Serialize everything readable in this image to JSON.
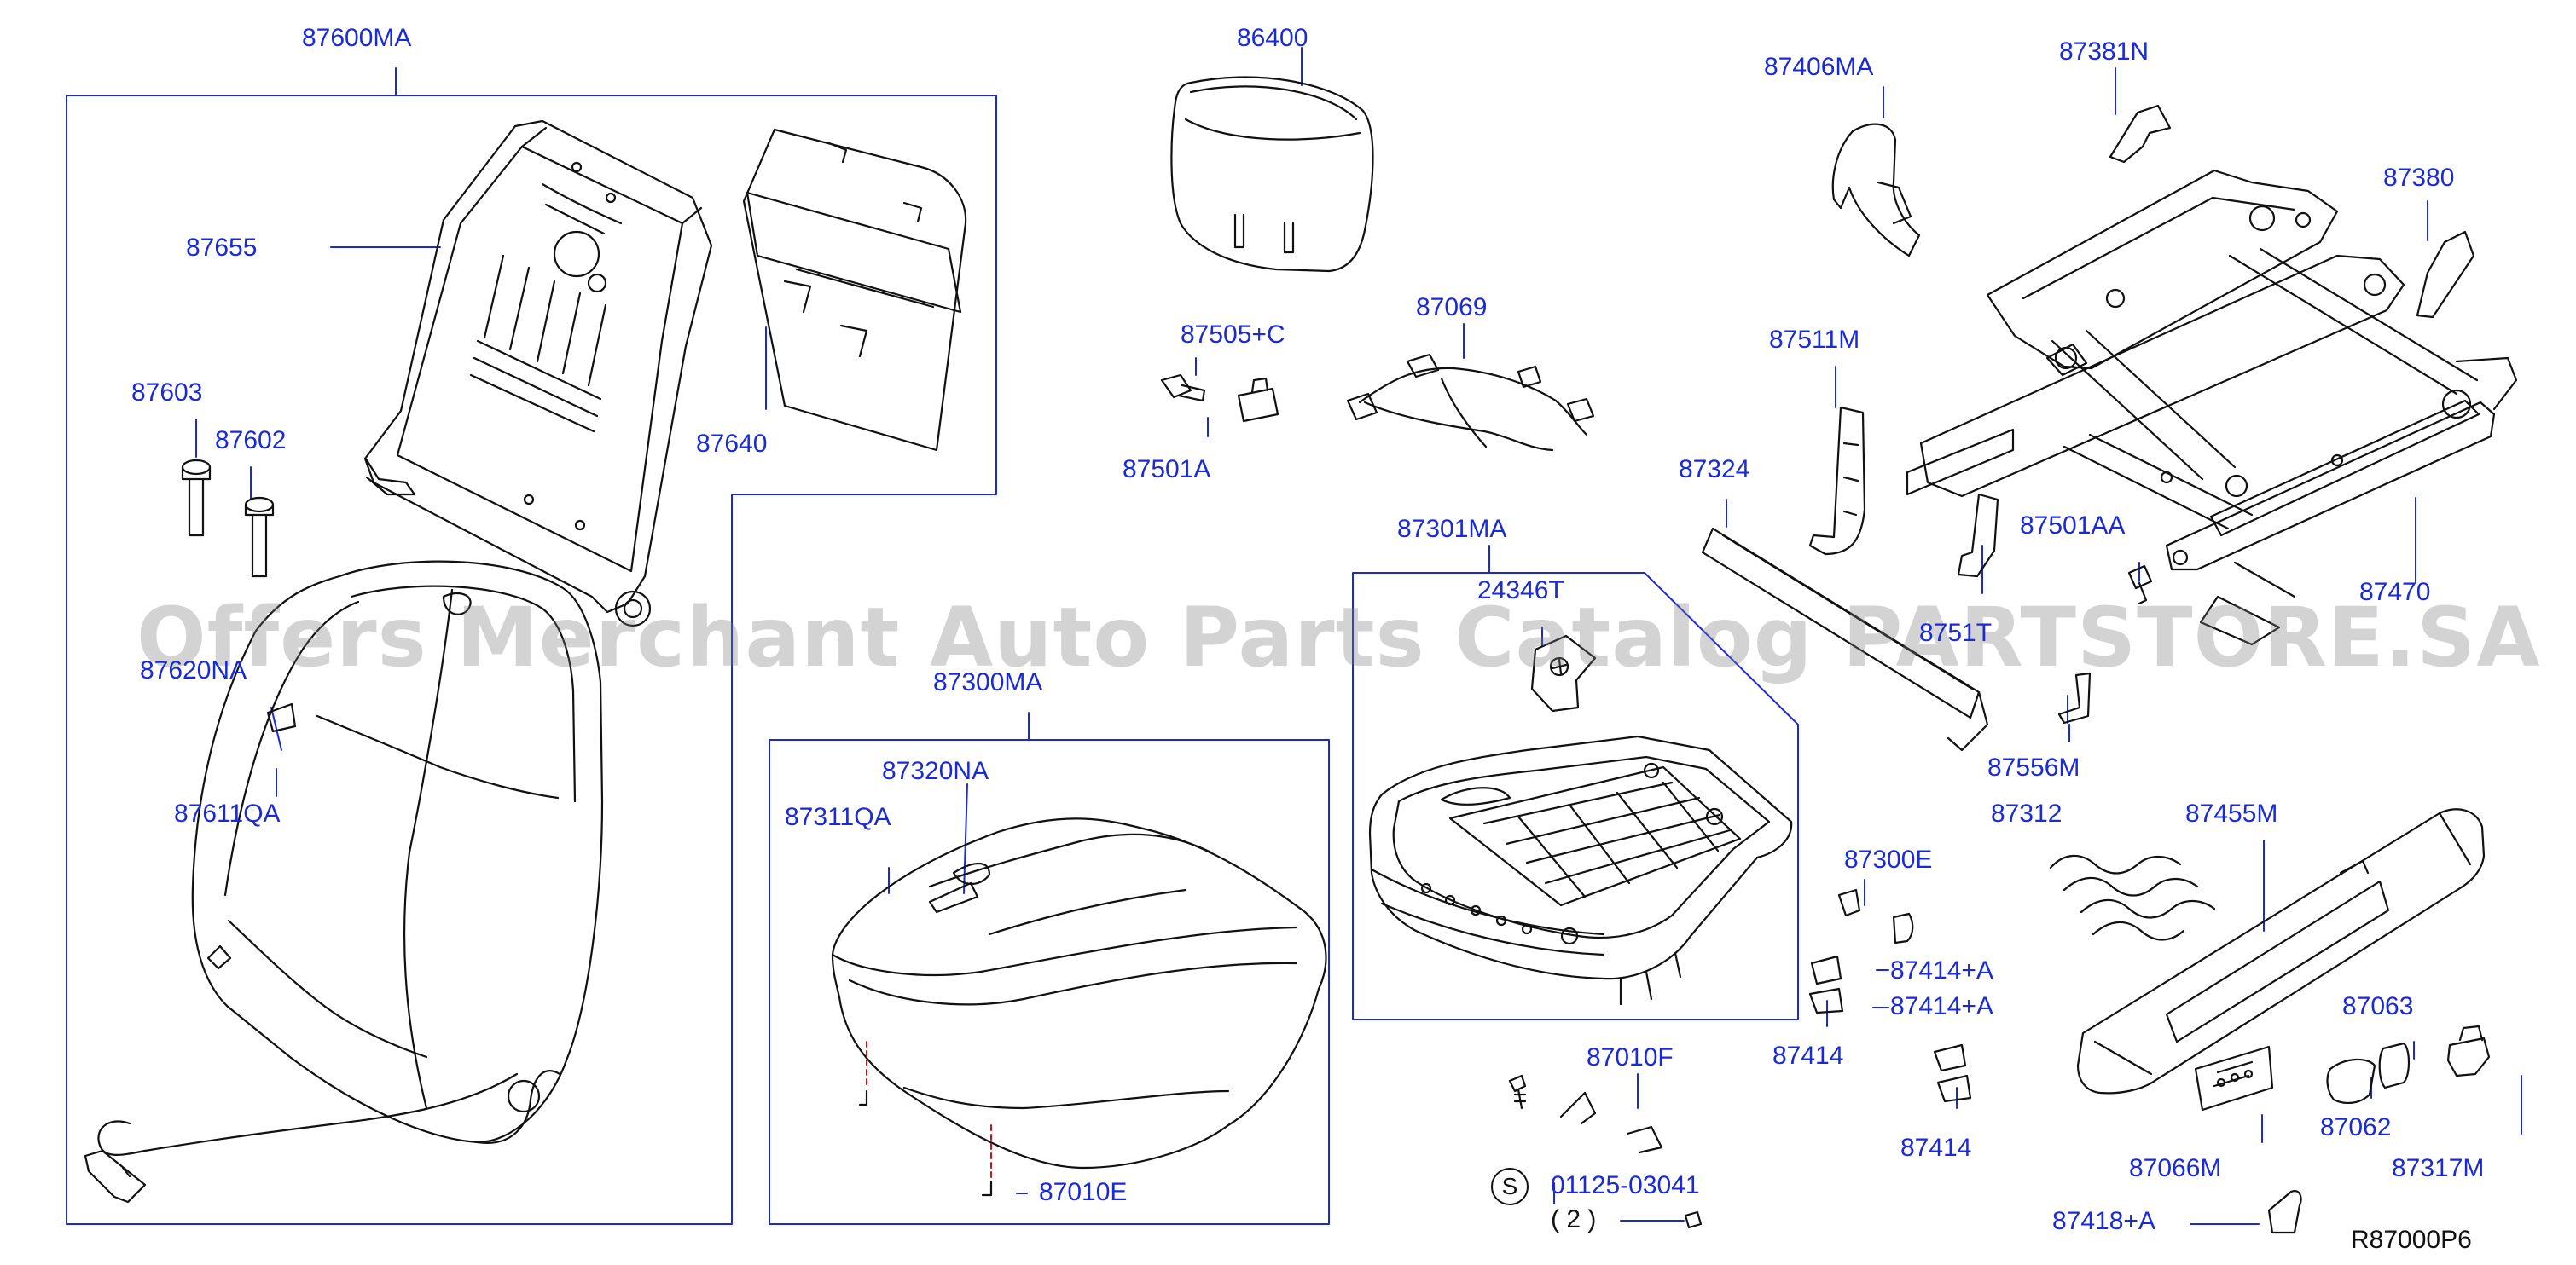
{
  "watermark": "Offers Merchant Auto Parts Catalog PARTSTORE.SA",
  "diagram_code": "R87000P6",
  "standard_mark": "S",
  "qty_note": "( 2 )",
  "labels": {
    "p87600MA": "87600MA",
    "p87655": "87655",
    "p87603": "87603",
    "p87602": "87602",
    "p87640": "87640",
    "p87620NA": "87620NA",
    "p87611QA": "87611QA",
    "p86400": "86400",
    "p87505C": "87505+C",
    "p87501A": "87501A",
    "p87069": "87069",
    "p87406MA": "87406MA",
    "p87381N": "87381N",
    "p87380": "87380",
    "p87511M": "87511M",
    "p87324": "87324",
    "p87301MA": "87301MA",
    "p24346T": "24346T",
    "p87300MA": "87300MA",
    "p87320NA": "87320NA",
    "p87311QA": "87311QA",
    "p87010E": "87010E",
    "p87501AA": "87501AA",
    "p87470": "87470",
    "p8751T": "8751T",
    "p87556M": "87556M",
    "p87312": "87312",
    "p87455M": "87455M",
    "p87300E": "87300E",
    "p87414A1": "87414+A",
    "p87414A2": "87414+A",
    "p87414_1": "87414",
    "p87414_2": "87414",
    "p87010F": "87010F",
    "p0112503041": "01125-03041",
    "p87063": "87063",
    "p87062": "87062",
    "p87066M": "87066M",
    "p87317M": "87317M",
    "p87418A": "87418+A"
  },
  "colors": {
    "label_blue": "#1a2ad6",
    "line_black": "#111111",
    "watermark_gray": "#787878",
    "dashed_red": "#d01010"
  }
}
